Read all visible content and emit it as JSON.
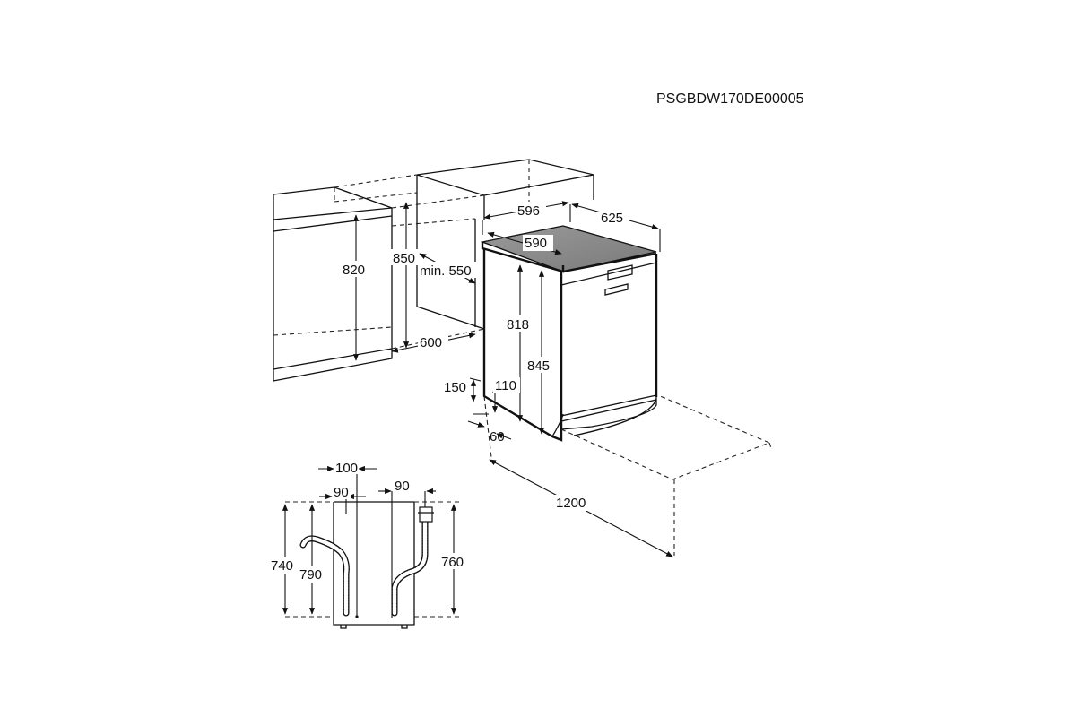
{
  "doc_code": "PSGBDW170DE00005",
  "dimensions": {
    "width_top": "596",
    "depth_top": "625",
    "width_worktop": "590",
    "height_appliance": "818",
    "height_total": "845",
    "niche_height": "820",
    "niche_height_total": "850",
    "niche_depth_min": "min. 550",
    "niche_width": "600",
    "plinth_height": "150",
    "plinth_inner": "110",
    "plinth_depth": "60",
    "door_open_depth": "1200"
  },
  "connections": {
    "offset_top": "100",
    "offset_left": "90",
    "offset_right": "90",
    "height_left_outer": "740",
    "height_left_inner": "790",
    "height_right": "760"
  }
}
